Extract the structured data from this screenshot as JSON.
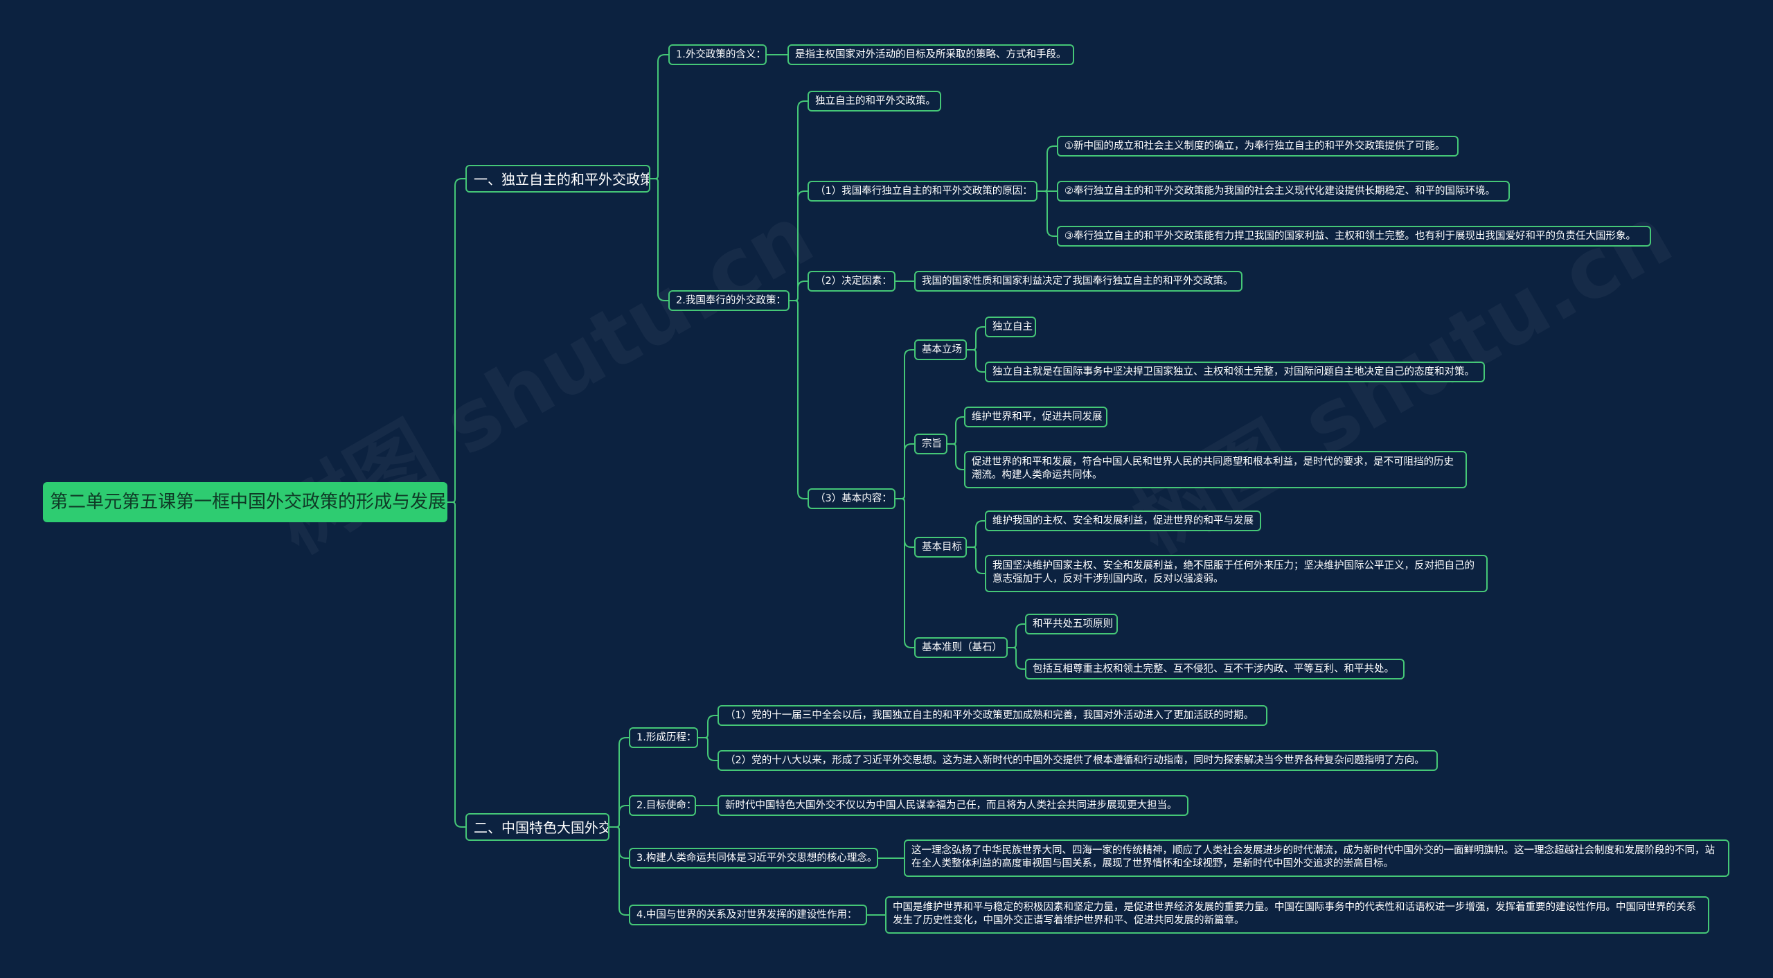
{
  "watermark": "树图 shutu.cn",
  "colors": {
    "background": "#0c2240",
    "line": "#45c777",
    "root_fill": "#2ecc71"
  },
  "root": "第二单元第五课第一框中国外交政策的形成与发展",
  "branches": [
    {
      "label": "一、独立自主的和平外交政策",
      "children": [
        {
          "label": "1.外交政策的含义：",
          "detail": "是指主权国家对外活动的目标及所采取的策略、方式和手段。"
        },
        {
          "label": "2.我国奉行的外交政策：",
          "children": [
            {
              "label": "独立自主的和平外交政策。"
            },
            {
              "label": "（1）我国奉行独立自主的和平外交政策的原因：",
              "items": [
                "①新中国的成立和社会主义制度的确立，为奉行独立自主的和平外交政策提供了可能。",
                "②奉行独立自主的和平外交政策能为我国的社会主义现代化建设提供长期稳定、和平的国际环境。",
                "③奉行独立自主的和平外交政策能有力捍卫我国的国家利益、主权和领土完整。也有利于展现出我国爱好和平的负责任大国形象。"
              ]
            },
            {
              "label": "（2）决定因素：",
              "detail": "我国的国家性质和国家利益决定了我国奉行独立自主的和平外交政策。"
            },
            {
              "label": "（3）基本内容：",
              "groups": [
                {
                  "label": "基本立场",
                  "items": [
                    "独立自主",
                    "独立自主就是在国际事务中坚决捍卫国家独立、主权和领土完整，对国际问题自主地决定自己的态度和对策。"
                  ]
                },
                {
                  "label": "宗旨",
                  "items": [
                    "维护世界和平，促进共同发展",
                    " 促进世界的和平和发展，符合中国人民和世界人民的共同愿望和根本利益，是时代的要求，是不可阻挡的历史潮流。构建人类命运共同体。"
                  ]
                },
                {
                  "label": "基本目标",
                  "items": [
                    "维护我国的主权、安全和发展利益，促进世界的和平与发展",
                    "我国坚决维护国家主权、安全和发展利益，绝不屈服于任何外来压力；坚决维护国际公平正义，反对把自己的意志强加于人，反对干涉别国内政，反对以强凌弱。"
                  ]
                },
                {
                  "label": "基本准则（基石）",
                  "items": [
                    "和平共处五项原则",
                    "包括互相尊重主权和领土完整、互不侵犯、互不干涉内政、平等互利、和平共处。"
                  ]
                }
              ]
            }
          ]
        }
      ]
    },
    {
      "label": "二、中国特色大国外交",
      "children": [
        {
          "label": "1.形成历程：",
          "items": [
            "（1）党的十一届三中全会以后，我国独立自主的和平外交政策更加成熟和完善，我国对外活动进入了更加活跃的时期。",
            "（2）党的十八大以来，形成了习近平外交思想。这为进入新时代的中国外交提供了根本遵循和行动指南，同时为探索解决当今世界各种复杂问题指明了方向。"
          ]
        },
        {
          "label": "2.目标使命：",
          "detail": "新时代中国特色大国外交不仅以为中国人民谋幸福为己任，而且将为人类社会共同进步展现更大担当。"
        },
        {
          "label": "3.构建人类命运共同体是习近平外交思想的核心理念。",
          "detail": "这一理念弘扬了中华民族世界大同、四海一家的传统精神，顺应了人类社会发展进步的时代潮流，成为新时代中国外交的一面鲜明旗帜。这一理念超越社会制度和发展阶段的不同，站在全人类整体利益的高度审视国与国关系，展现了世界情怀和全球视野，是新时代中国外交追求的崇高目标。"
        },
        {
          "label": "4.中国与世界的关系及对世界发挥的建设性作用：",
          "detail": "中国是维护世界和平与稳定的积极因素和坚定力量，是促进世界经济发展的重要力量。中国在国际事务中的代表性和话语权进一步增强，发挥着重要的建设性作用。中国同世界的关系发生了历史性变化，中国外交正谱写着维护世界和平、促进共同发展的新篇章。"
        }
      ]
    }
  ]
}
